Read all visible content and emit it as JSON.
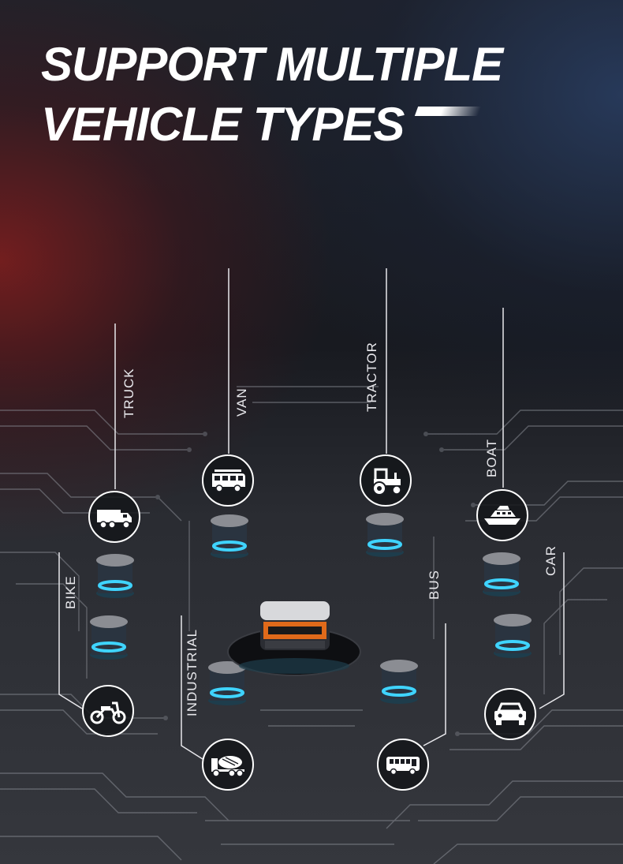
{
  "headline": {
    "line1": "SUPPORT MULTIPLE",
    "line2": "VEHICLE TYPES"
  },
  "vehicles": [
    {
      "label": "TRUCK",
      "icon": "truck-icon"
    },
    {
      "label": "VAN",
      "icon": "van-icon"
    },
    {
      "label": "TRACTOR",
      "icon": "tractor-icon"
    },
    {
      "label": "BOAT",
      "icon": "boat-icon"
    },
    {
      "label": "BIKE",
      "icon": "motorcycle-icon"
    },
    {
      "label": "CAR",
      "icon": "car-icon"
    },
    {
      "label": "INDUSTRIAL",
      "icon": "mixer-truck-icon"
    },
    {
      "label": "BUS",
      "icon": "bus-icon"
    }
  ],
  "colors": {
    "glow": "#3fd4ff",
    "background": "#1a1c22",
    "accent_red": "#821e1e",
    "accent_blue": "#283c5f"
  }
}
